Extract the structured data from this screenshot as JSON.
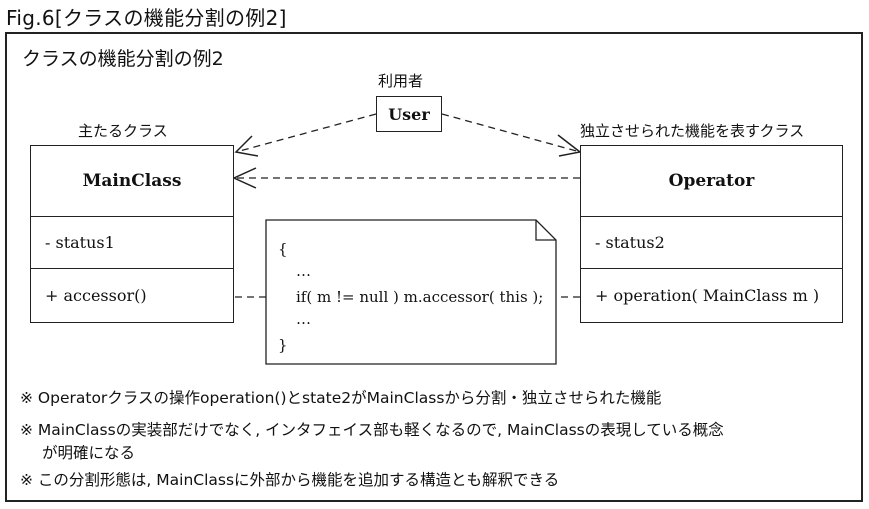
{
  "figure_title": "Fig.6[クラスの機能分割の例2]",
  "diagram_title": "クラスの機能分割の例2",
  "actor": {
    "caption": "利用者",
    "name": "User"
  },
  "main_class": {
    "caption": "主たるクラス",
    "name": "MainClass",
    "attribute": "- status1",
    "operation": "+ accessor()"
  },
  "operator_class": {
    "caption": "独立させられた機能を表すクラス",
    "name": "Operator",
    "attribute": "- status2",
    "operation": "+ operation( MainClass m )"
  },
  "note": {
    "lines": [
      "{",
      "…",
      "if( m != null ) m.accessor( this );",
      "…",
      "}"
    ]
  },
  "footnotes": [
    "※ Operatorクラスの操作operation()とstate2がMainClassから分割・独立させられた機能",
    "※ MainClassの実装部だけでなく, インタフェイス部も軽くなるので, MainClassの表現している概念",
    "が明確になる",
    "※ この分割形態は, MainClassに外部から機能を追加する構造とも解釈できる"
  ]
}
